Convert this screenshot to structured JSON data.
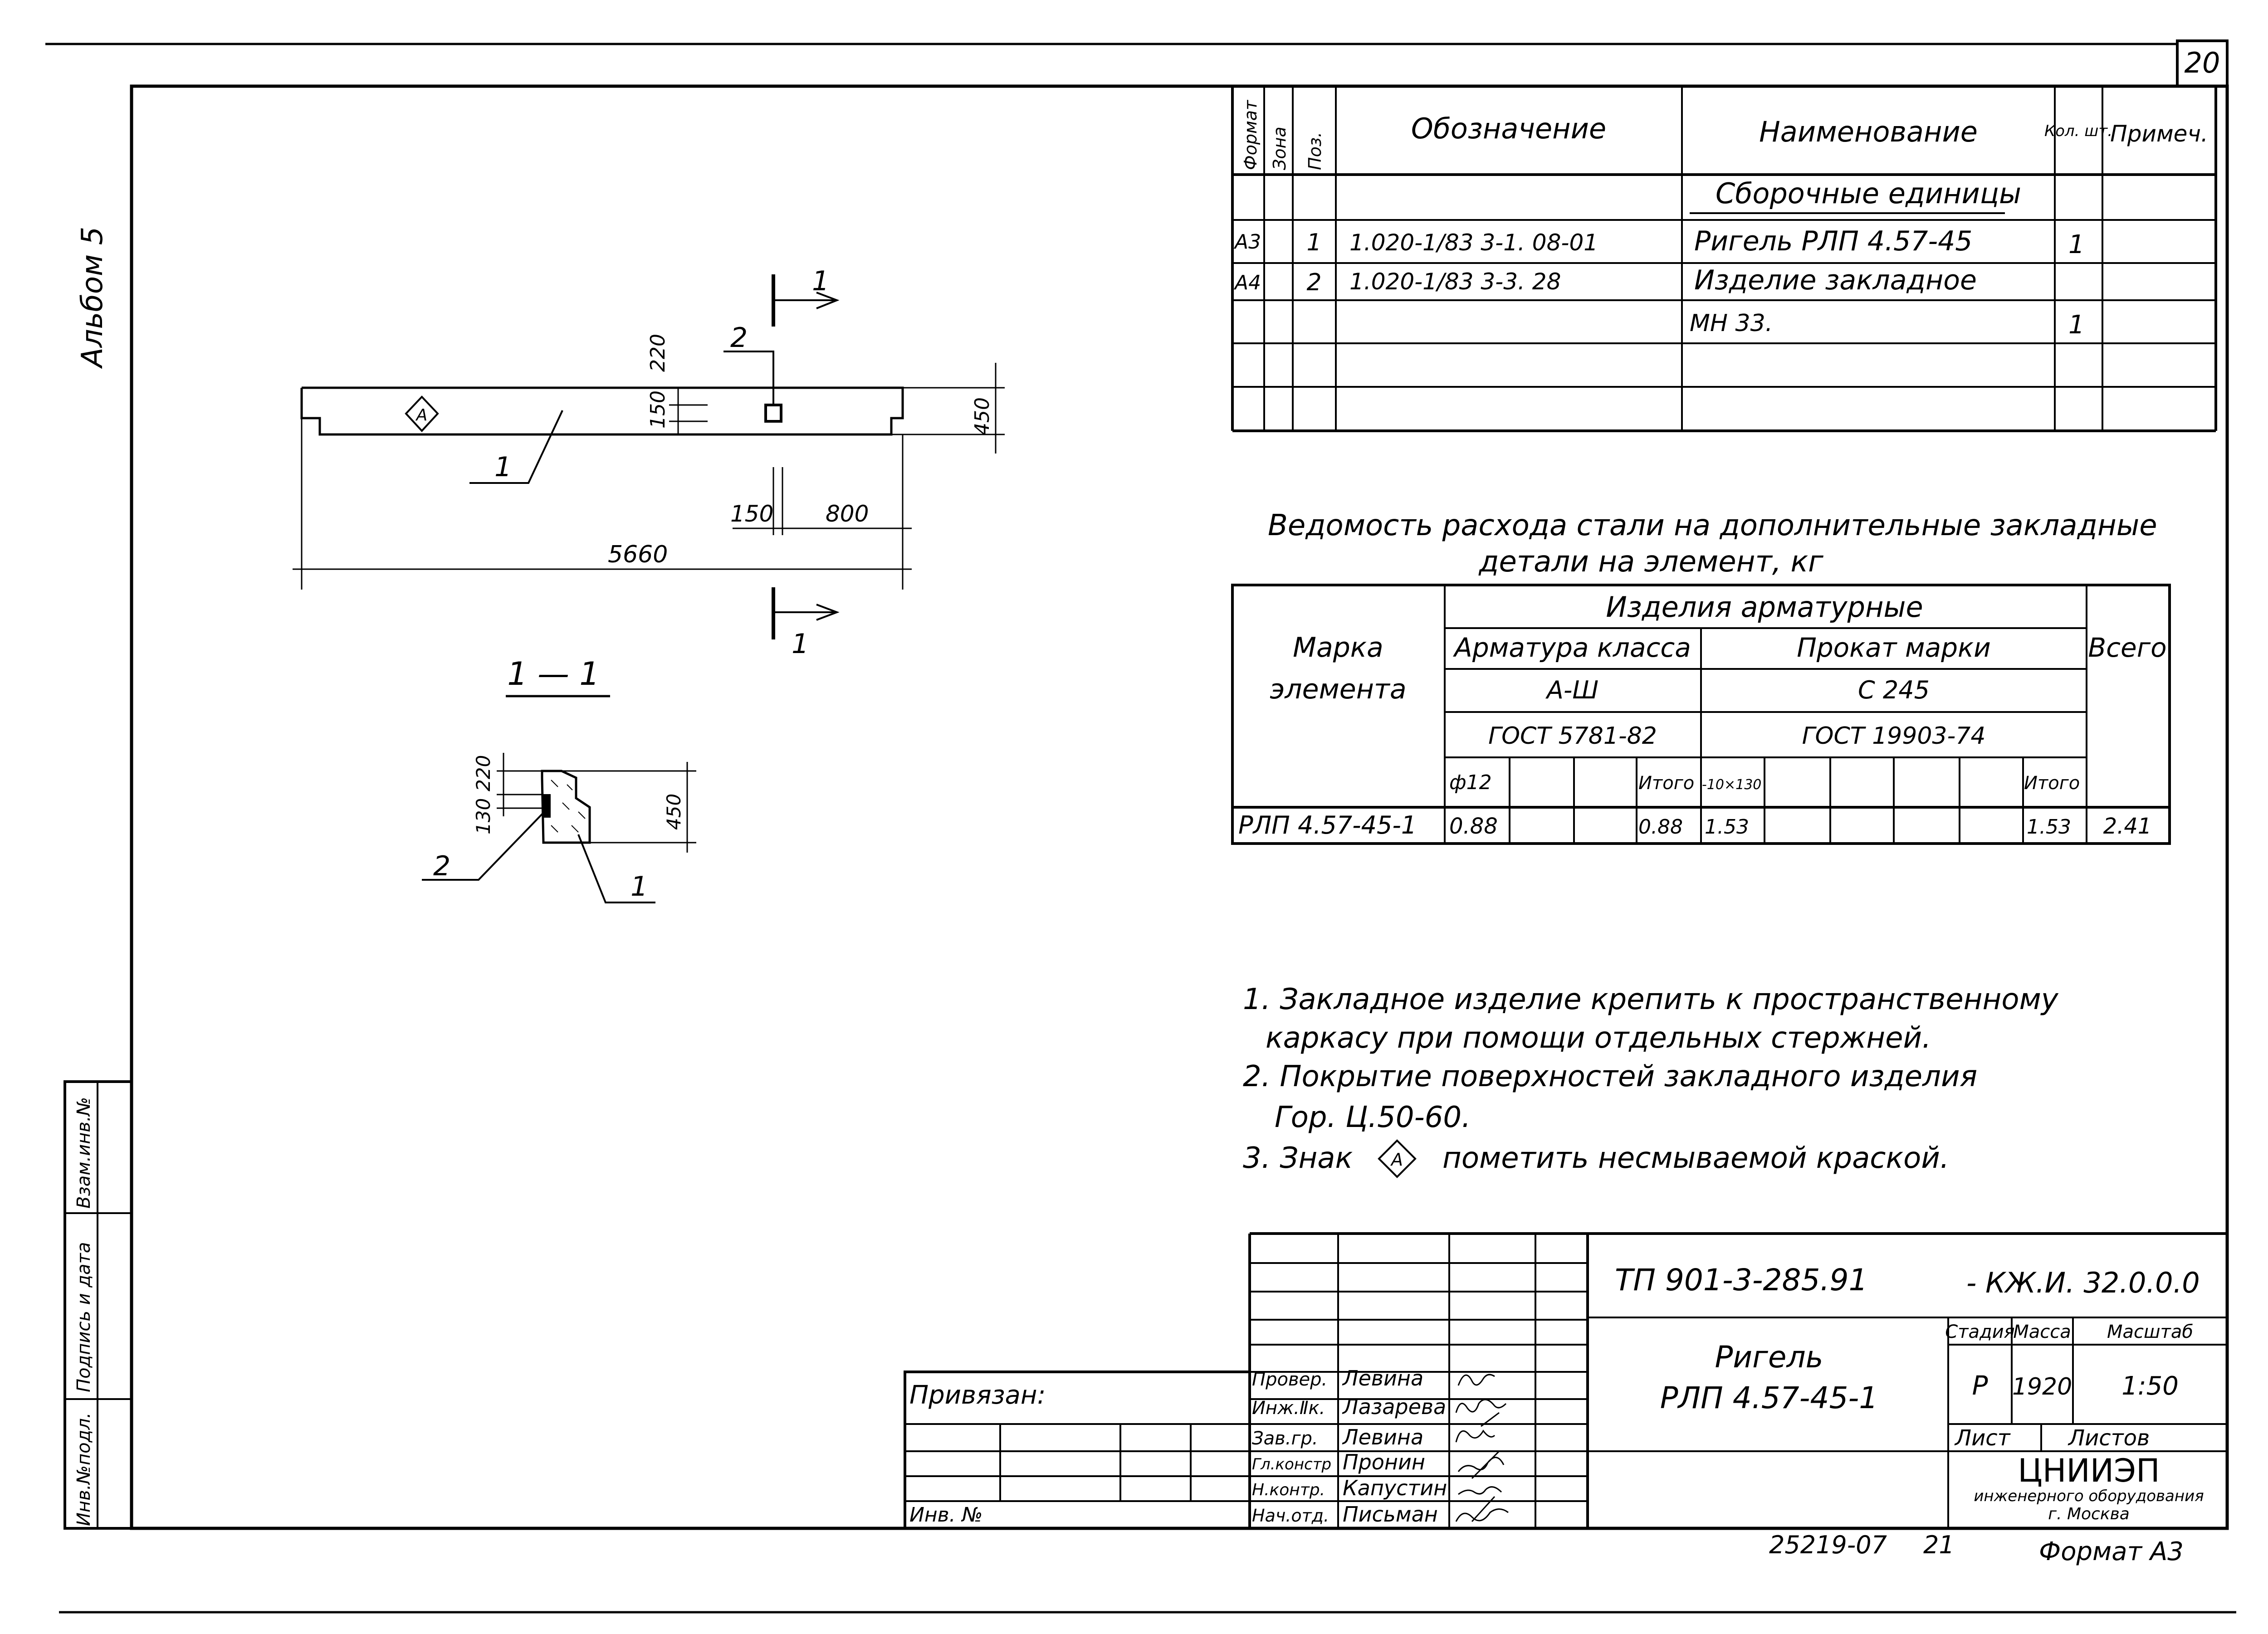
{
  "page": {
    "number": "20",
    "album": "Альбом 5"
  },
  "spec": {
    "headers": {
      "format": "Формат",
      "zone": "Зона",
      "pos": "Поз.",
      "designation": "Обозначение",
      "name": "Наименование",
      "qty": "Кол. шт.",
      "note": "Примеч."
    },
    "section": "Сборочные единицы",
    "rows": [
      {
        "format": "А3",
        "pos": "1",
        "designation": "1.020-1/83 3-1. 08-01",
        "name": "Ригель РЛП 4.57-45",
        "qty": "1"
      },
      {
        "format": "А4",
        "pos": "2",
        "designation": "1.020-1/83 3-3. 28",
        "name": "Изделие закладное",
        "qty": ""
      },
      {
        "format": "",
        "pos": "",
        "designation": "",
        "name": "МН 33.",
        "qty": "1"
      }
    ]
  },
  "steel": {
    "title1": "Ведомость расхода стали на дополнительные закладные",
    "title2": "детали на элемент, кг",
    "h_products": "Изделия арматурные",
    "h_mark": "Марка",
    "h_element": "элемента",
    "h_rebar": "Арматура класса",
    "h_rolled": "Прокат марки",
    "h_total": "Всего",
    "rebar_class": "А-Ш",
    "rolled_grade": "С 245",
    "gost_rebar": "ГОСТ 5781-82",
    "gost_rolled": "ГОСТ 19903-74",
    "phi": "ф12",
    "sum": "Итого",
    "size": "-10×130",
    "row": {
      "mark": "РЛП 4.57-45-1",
      "phi12": "0.88",
      "sum1": "0.88",
      "plate": "1.53",
      "sum2": "1.53",
      "total": "2.41"
    }
  },
  "notes": [
    "1. Закладное изделие крепить к пространственному",
    "каркасу при помощи отдельных стержней.",
    "2. Покрытие поверхностей закладного изделия",
    "Гор. Ц.50-60.",
    "3. Знак",
    "пометить несмываемой краской."
  ],
  "drawing": {
    "d220": "220",
    "d150": "150",
    "d450": "450",
    "d150b": "150",
    "d800": "800",
    "d5660": "5660",
    "pos1": "1",
    "pos2": "2",
    "sec": "1",
    "mark": "А",
    "section_title": "1 — 1",
    "s220": "220",
    "s130": "130",
    "s450": "450",
    "spos1": "1",
    "spos2": "2"
  },
  "titleblock": {
    "code": "ТП 901-3-285.91",
    "code2": "- КЖ.И. 32.0.0.0",
    "name1": "Ригель",
    "name2": "РЛП 4.57-45-1",
    "stage_h": "Стадия",
    "mass_h": "Масса",
    "scale_h": "Масштаб",
    "stage": "Р",
    "mass": "1920",
    "scale": "1:50",
    "sheet_h": "Лист",
    "sheets_h": "Листов",
    "org1": "ЦНИИЭП",
    "org2": "инженерного оборудования",
    "org3": "г. Москва",
    "bound": "Привязан:",
    "inv": "Инв. №",
    "roles": [
      "Провер.",
      "Инж.Ⅱк.",
      "Зав.гр.",
      "Гл.констр",
      "Н.контр.",
      "Нач.отд."
    ],
    "people": [
      "Левина",
      "Лазарева",
      "Левина",
      "Пронин",
      "Капустин",
      "Письман"
    ],
    "side1": "Взам.инв.№",
    "side2": "Подпись и дата",
    "side3": "Инв.№подл.",
    "footer": "25219-07",
    "footer2": "21",
    "format": "Формат А3"
  }
}
